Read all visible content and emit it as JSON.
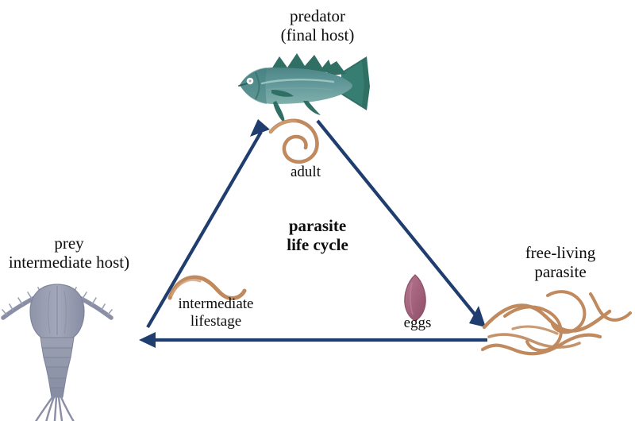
{
  "figure": {
    "title_center_line1": "parasite",
    "title_center_line2": "life cycle",
    "background_color": "#ffffff"
  },
  "nodes": [
    {
      "id": "predator",
      "label_line1": "predator",
      "label_line2": "(final host)",
      "organism": "fish",
      "position": "top"
    },
    {
      "id": "prey",
      "label_line1": "prey",
      "label_line2": "intermediate host)",
      "organism": "copepod",
      "position": "bottom-left"
    },
    {
      "id": "free-living",
      "label_line1": "free-living",
      "label_line2": "parasite",
      "organism": "worm-tangle",
      "position": "bottom-right"
    }
  ],
  "stages": [
    {
      "id": "adult",
      "label": "adult",
      "organism": "coiled-worm"
    },
    {
      "id": "eggs",
      "label": "eggs",
      "organism": "egg"
    },
    {
      "id": "intermediate",
      "label_line1": "intermediate",
      "label_line2": "lifestage",
      "organism": "curved-worm"
    }
  ],
  "arrows": [
    {
      "id": "prey-to-predator",
      "direction": "up-right",
      "from": "prey",
      "to": "predator"
    },
    {
      "id": "predator-to-free-living",
      "direction": "down-right",
      "from": "predator",
      "to": "free-living"
    },
    {
      "id": "free-living-to-prey",
      "direction": "left",
      "from": "free-living",
      "to": "prey"
    }
  ],
  "colors": {
    "arrow": "#1f3d6e",
    "fish_body": "#5d9597",
    "fish_fin": "#2e6e63",
    "worm": "#c08a5e",
    "egg": "#a8607a",
    "copepod": "#9499ad"
  }
}
